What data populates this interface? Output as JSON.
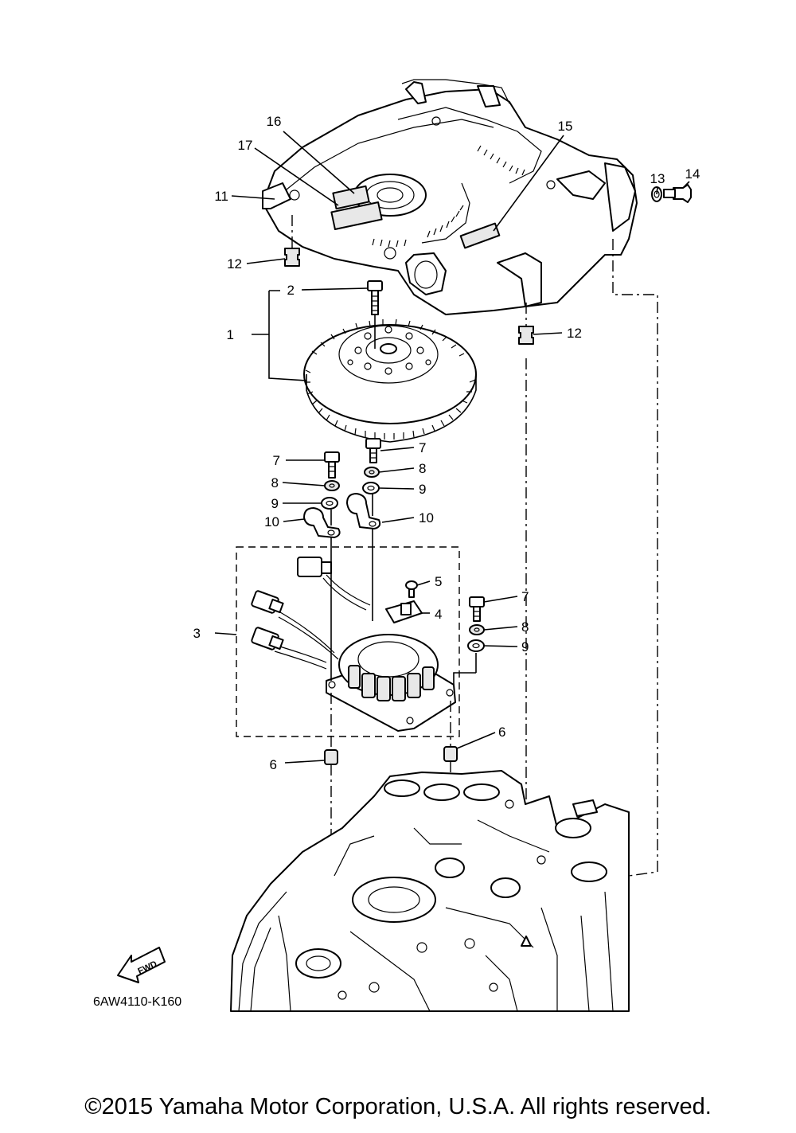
{
  "diagram_code": "6AW4110-K160",
  "fwd_label": "FWD",
  "copyright": "©2015 Yamaha Motor Corporation, U.S.A. All rights reserved.",
  "callouts": {
    "c1": "1",
    "c2": "2",
    "c3": "3",
    "c4": "4",
    "c5": "5",
    "c6a": "6",
    "c6b": "6",
    "c7a": "7",
    "c7b": "7",
    "c7c": "7",
    "c8a": "8",
    "c8b": "8",
    "c8c": "8",
    "c9a": "9",
    "c9b": "9",
    "c9c": "9",
    "c10a": "10",
    "c10b": "10",
    "c11": "11",
    "c12a": "12",
    "c12b": "12",
    "c13": "13",
    "c14": "14",
    "c15": "15",
    "c16": "16",
    "c17": "17"
  }
}
